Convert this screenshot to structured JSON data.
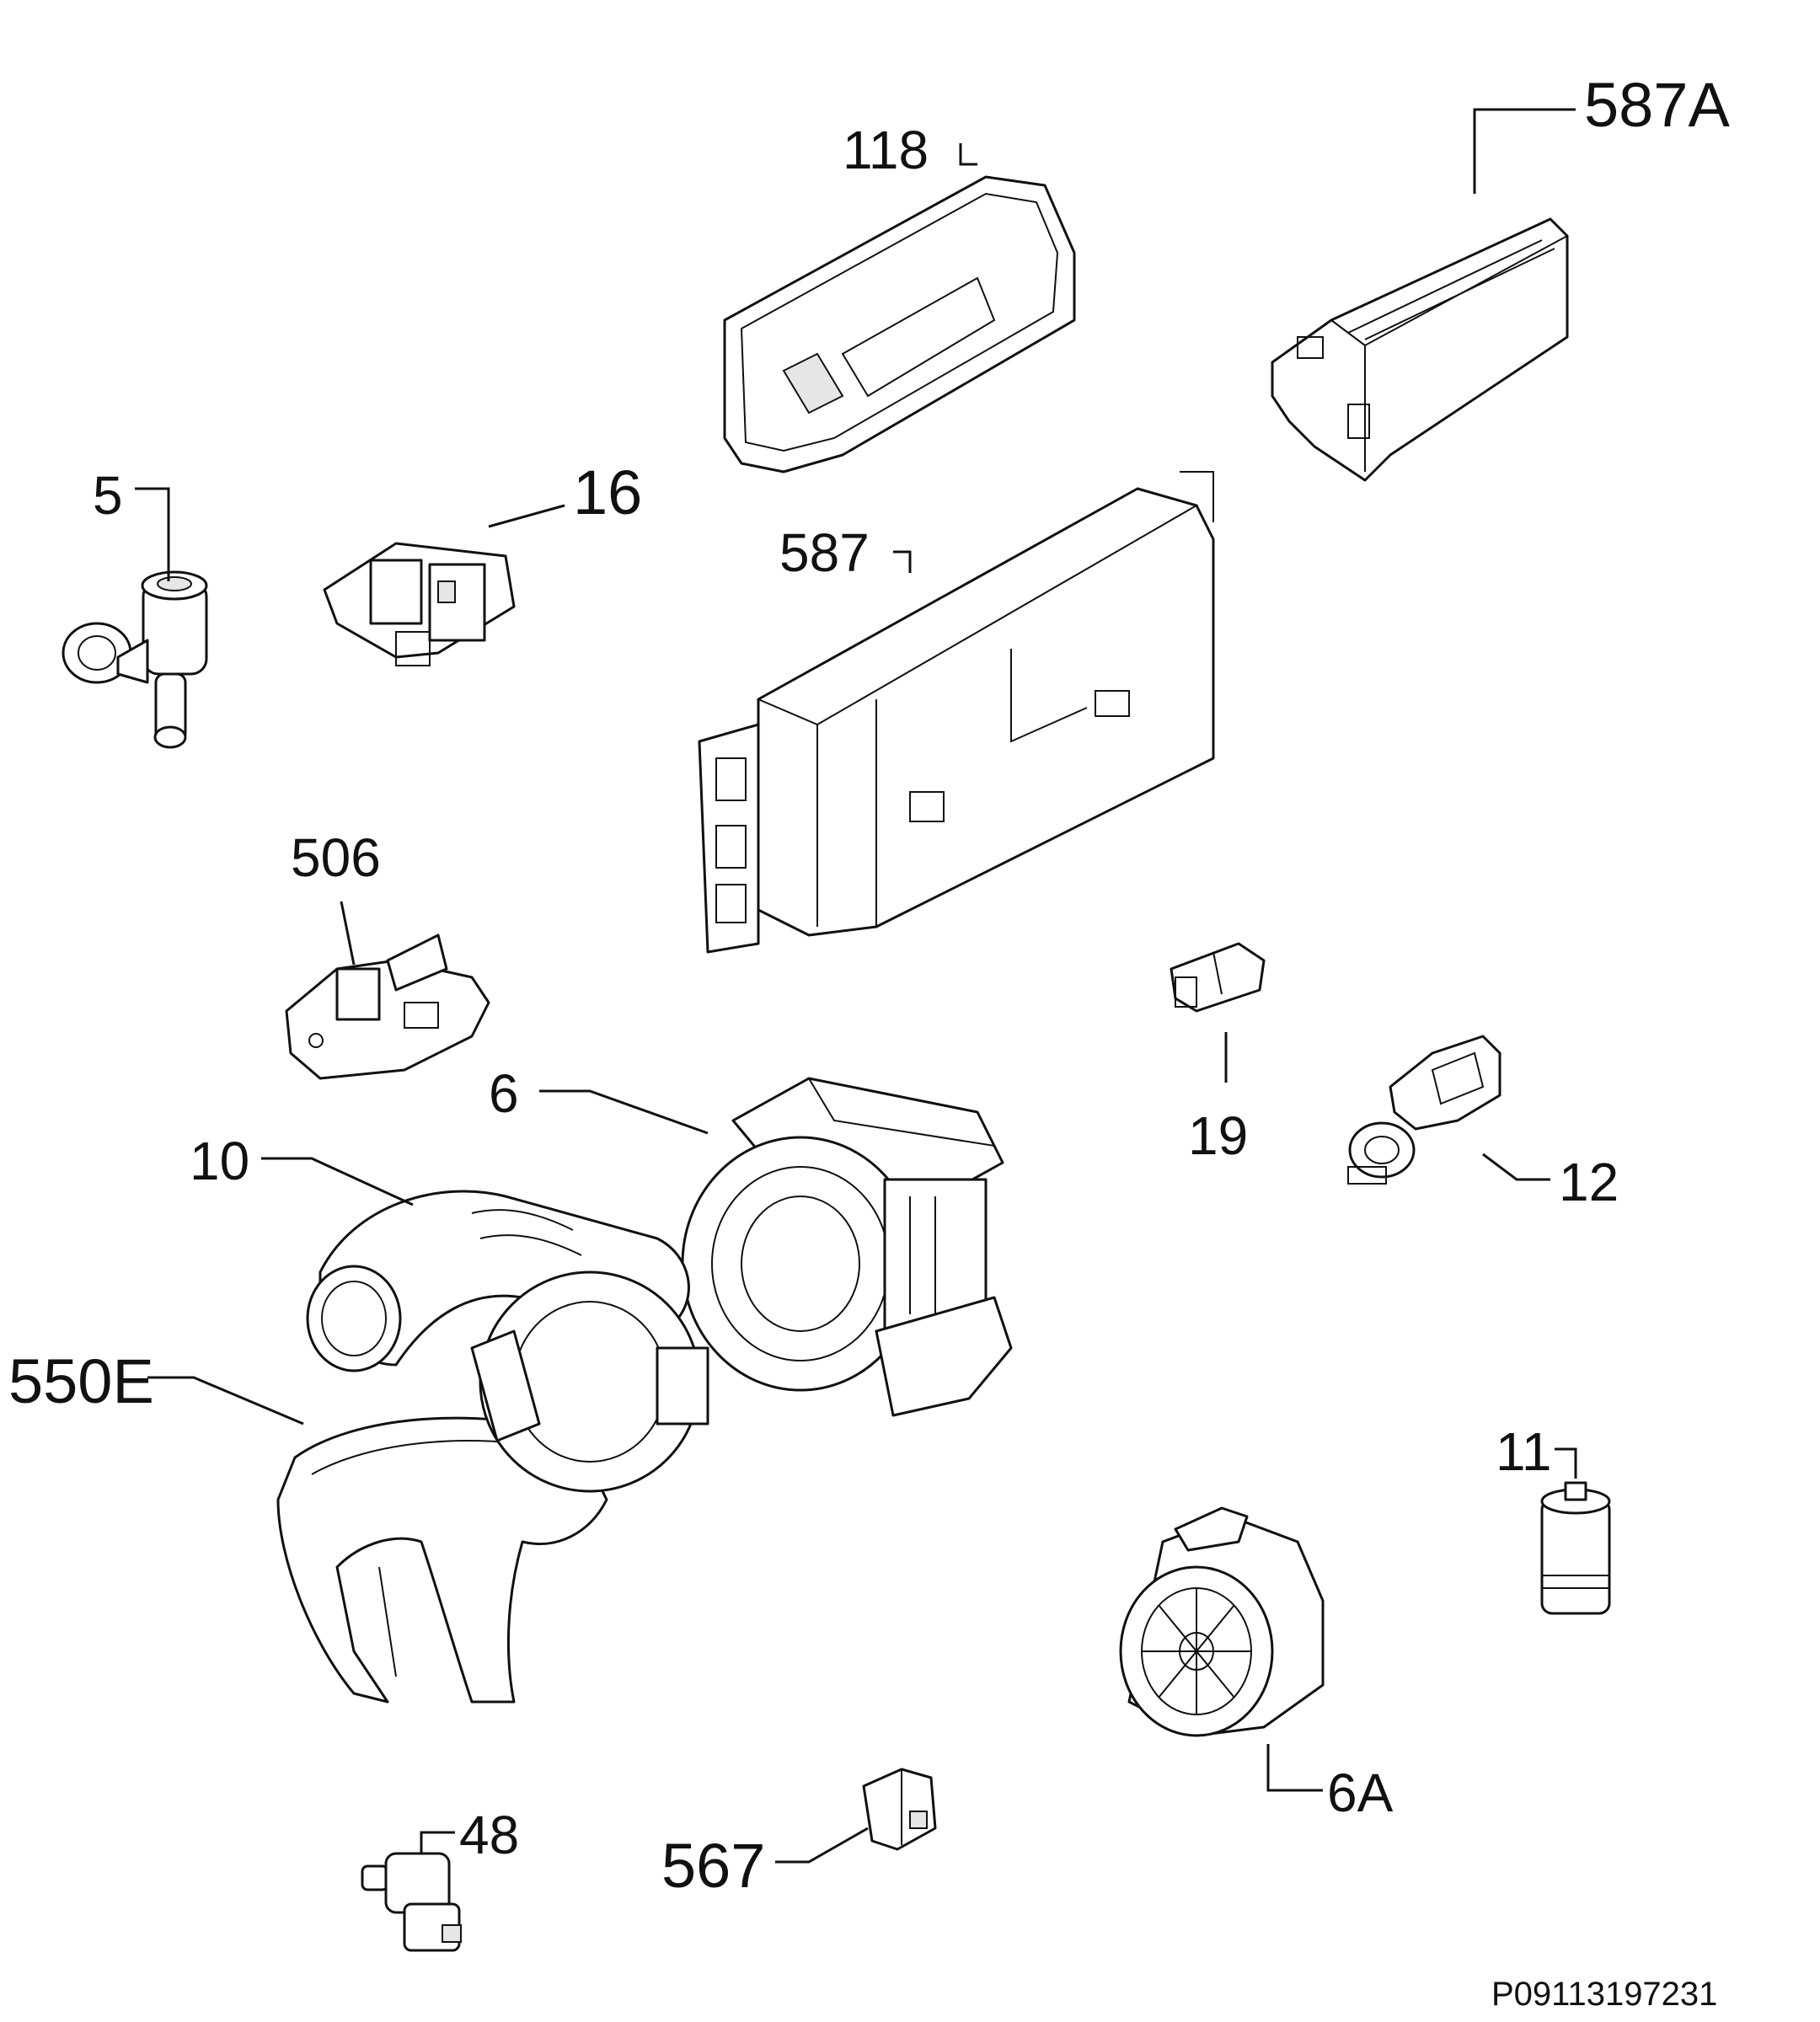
{
  "parts": {
    "p587A": "587A",
    "p118": "118",
    "p5": "5",
    "p16": "16",
    "p587": "587",
    "p506": "506",
    "p19": "19",
    "p12": "12",
    "p6": "6",
    "p10": "10",
    "p550E": "550E",
    "p11": "11",
    "p6A": "6A",
    "p48": "48",
    "p567": "567"
  },
  "document_id": "P09113197231"
}
